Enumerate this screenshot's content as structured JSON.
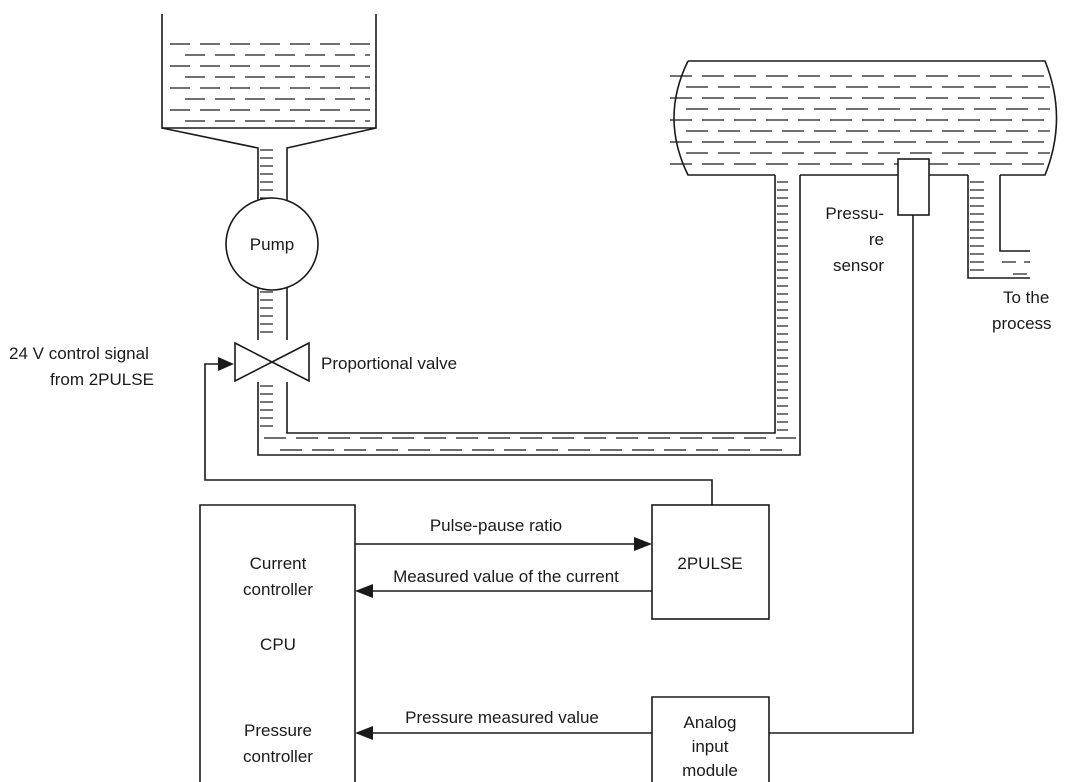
{
  "labels": {
    "pump": "Pump",
    "valve": "Proportional valve",
    "control_signal_line1": "24 V control signal",
    "control_signal_line2": "from 2PULSE",
    "pressure_sensor_line1": "Pressu-",
    "pressure_sensor_line2": "re",
    "pressure_sensor_line3": "sensor",
    "to_process_line1": "To the",
    "to_process_line2": "process",
    "pulse_pause_ratio": "Pulse-pause ratio",
    "measured_current": "Measured value of the current",
    "pressure_measured": "Pressure measured value",
    "cpu_current_line1": "Current",
    "cpu_current_line2": "controller",
    "cpu": "CPU",
    "cpu_pressure_line1": "Pressure",
    "cpu_pressure_line2": "controller",
    "pulse_module": "2PULSE",
    "analog_line1": "Analog",
    "analog_line2": "input",
    "analog_line3": "module"
  },
  "colors": {
    "ink": "#1a1a1a",
    "background": "#ffffff"
  }
}
